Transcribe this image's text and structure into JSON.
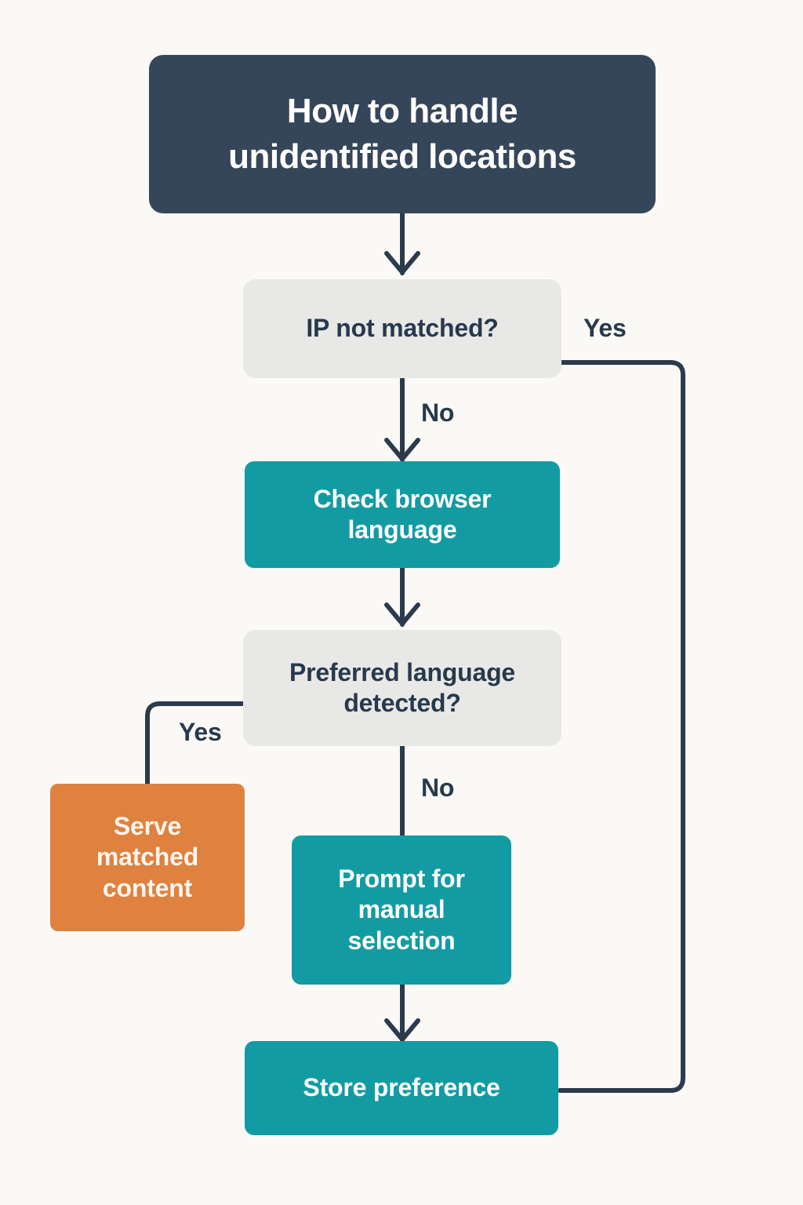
{
  "diagram": {
    "title": "How to handle unidentified locations",
    "background_color": "#faf9f5",
    "colors": {
      "title_box": "#36465a",
      "decision_box": "#e8e8e6",
      "process_box": "#139ba3",
      "terminal_box": "#df813f",
      "connector": "#2b3a4d",
      "dark_text": "#28394d",
      "light_text": "#ffffff",
      "terminal_text": "#fdf6ef"
    },
    "nodes": [
      {
        "id": "title",
        "kind": "title",
        "label": "How to handle\nunidentified locations"
      },
      {
        "id": "ip-not-matched",
        "kind": "decision",
        "label": "IP not matched?"
      },
      {
        "id": "check-browser-language",
        "kind": "process",
        "label": "Check browser\nlanguage"
      },
      {
        "id": "preferred-language-detected",
        "kind": "decision",
        "label": "Preferred language\ndetected?"
      },
      {
        "id": "serve-matched-content",
        "kind": "terminal",
        "label": "Serve\nmatched\ncontent"
      },
      {
        "id": "prompt-for-manual-selection",
        "kind": "process",
        "label": "Prompt for\nmanual\nselection"
      },
      {
        "id": "store-preference",
        "kind": "process",
        "label": "Store preference"
      }
    ],
    "edges": [
      {
        "id": "title-to-ip",
        "from": "title",
        "to": "ip-not-matched",
        "label": ""
      },
      {
        "id": "ip-yes",
        "from": "ip-not-matched",
        "to": "store-preference",
        "label": "Yes"
      },
      {
        "id": "ip-no",
        "from": "ip-not-matched",
        "to": "check-browser-language",
        "label": "No"
      },
      {
        "id": "browser-to-preferred",
        "from": "check-browser-language",
        "to": "preferred-language-detected",
        "label": ""
      },
      {
        "id": "preferred-yes",
        "from": "preferred-language-detected",
        "to": "serve-matched-content",
        "label": "Yes"
      },
      {
        "id": "preferred-no",
        "from": "preferred-language-detected",
        "to": "prompt-for-manual-selection",
        "label": "No"
      },
      {
        "id": "prompt-to-store",
        "from": "prompt-for-manual-selection",
        "to": "store-preference",
        "label": ""
      }
    ]
  }
}
